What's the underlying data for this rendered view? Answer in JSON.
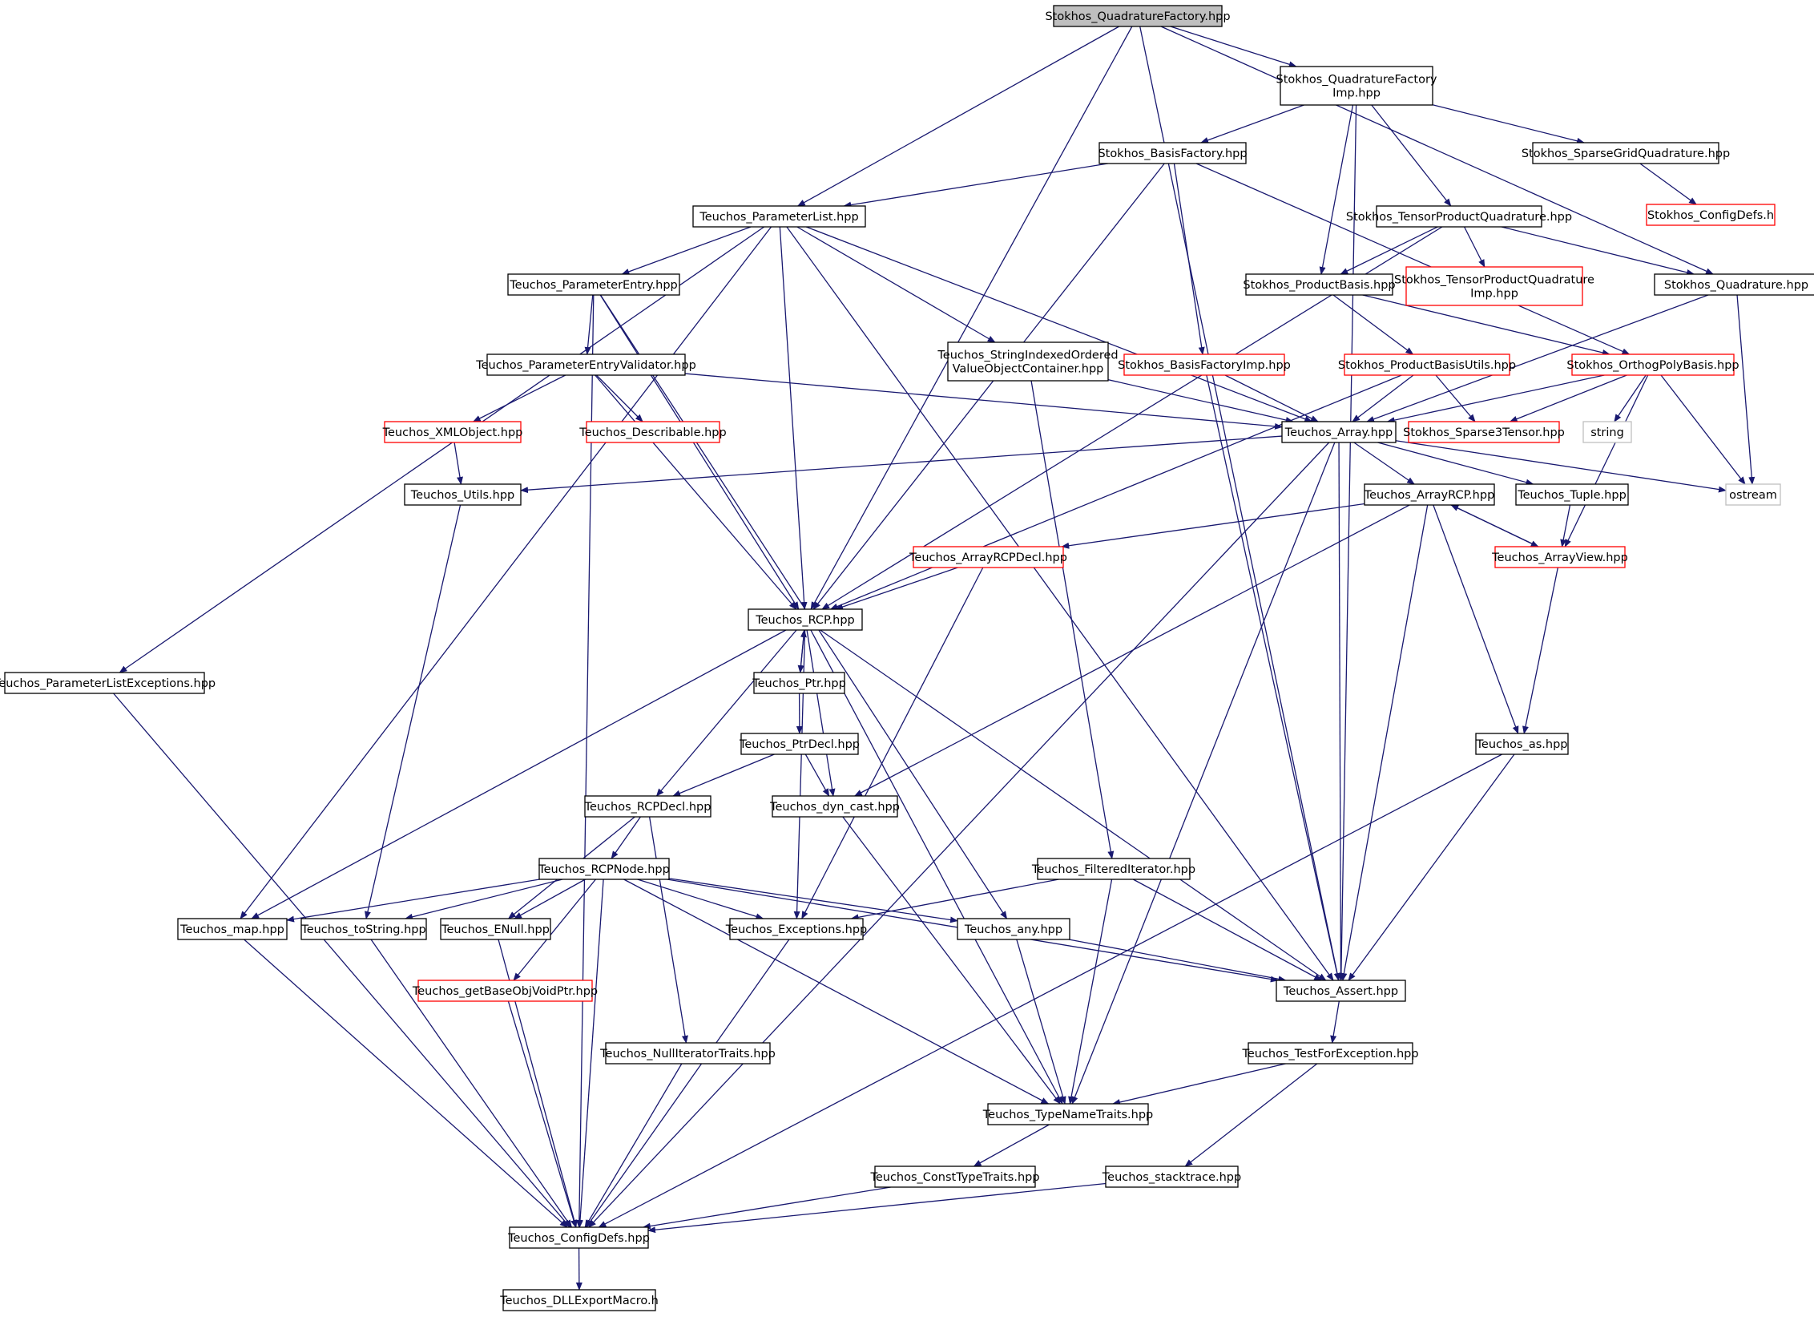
{
  "graph": {
    "node_colors": {
      "root_fill": "#bfbfbf",
      "normal_border": "#000000",
      "truncated_border": "#ff0000",
      "external_border": "#bfbfbf",
      "fill": "#ffffff",
      "edge": "#191970"
    },
    "nodes": [
      {
        "id": "n0",
        "lines": [
          "Stokhos_QuadratureFactory.hpp"
        ],
        "kind": "root"
      },
      {
        "id": "n1",
        "lines": [
          "Stokhos_QuadratureFactory",
          "Imp.hpp"
        ],
        "kind": "normal"
      },
      {
        "id": "n2",
        "lines": [
          "Stokhos_BasisFactory.hpp"
        ],
        "kind": "normal"
      },
      {
        "id": "n3",
        "lines": [
          "Stokhos_SparseGridQuadrature.hpp"
        ],
        "kind": "normal"
      },
      {
        "id": "n4",
        "lines": [
          "Stokhos_ConfigDefs.h"
        ],
        "kind": "truncated"
      },
      {
        "id": "n5",
        "lines": [
          "Teuchos_ParameterList.hpp"
        ],
        "kind": "normal"
      },
      {
        "id": "n6",
        "lines": [
          "Stokhos_TensorProductQuadrature.hpp"
        ],
        "kind": "normal"
      },
      {
        "id": "n7",
        "lines": [
          "Teuchos_ParameterEntry.hpp"
        ],
        "kind": "normal"
      },
      {
        "id": "n8",
        "lines": [
          "Stokhos_ProductBasis.hpp"
        ],
        "kind": "normal"
      },
      {
        "id": "n9",
        "lines": [
          "Stokhos_TensorProductQuadrature",
          "Imp.hpp"
        ],
        "kind": "truncated"
      },
      {
        "id": "n10",
        "lines": [
          "Stokhos_Quadrature.hpp"
        ],
        "kind": "normal"
      },
      {
        "id": "n11",
        "lines": [
          "Teuchos_ParameterEntryValidator.hpp"
        ],
        "kind": "normal"
      },
      {
        "id": "n12",
        "lines": [
          "Teuchos_StringIndexedOrdered",
          "ValueObjectContainer.hpp"
        ],
        "kind": "normal"
      },
      {
        "id": "n13",
        "lines": [
          "Stokhos_BasisFactoryImp.hpp"
        ],
        "kind": "truncated"
      },
      {
        "id": "n14",
        "lines": [
          "Stokhos_ProductBasisUtils.hpp"
        ],
        "kind": "truncated"
      },
      {
        "id": "n15",
        "lines": [
          "Stokhos_OrthogPolyBasis.hpp"
        ],
        "kind": "truncated"
      },
      {
        "id": "n16",
        "lines": [
          "Teuchos_XMLObject.hpp"
        ],
        "kind": "truncated"
      },
      {
        "id": "n17",
        "lines": [
          "Teuchos_Describable.hpp"
        ],
        "kind": "truncated"
      },
      {
        "id": "n18",
        "lines": [
          "Teuchos_Array.hpp"
        ],
        "kind": "normal"
      },
      {
        "id": "n19",
        "lines": [
          "Stokhos_Sparse3Tensor.hpp"
        ],
        "kind": "truncated"
      },
      {
        "id": "n20",
        "lines": [
          "string"
        ],
        "kind": "external"
      },
      {
        "id": "n21",
        "lines": [
          "Teuchos_Utils.hpp"
        ],
        "kind": "normal"
      },
      {
        "id": "n22",
        "lines": [
          "Teuchos_ArrayRCP.hpp"
        ],
        "kind": "normal"
      },
      {
        "id": "n23",
        "lines": [
          "Teuchos_Tuple.hpp"
        ],
        "kind": "normal"
      },
      {
        "id": "n24",
        "lines": [
          "ostream"
        ],
        "kind": "external"
      },
      {
        "id": "n25",
        "lines": [
          "Teuchos_ArrayRCPDecl.hpp"
        ],
        "kind": "truncated"
      },
      {
        "id": "n26",
        "lines": [
          "Teuchos_ArrayView.hpp"
        ],
        "kind": "truncated"
      },
      {
        "id": "n27",
        "lines": [
          "Teuchos_RCP.hpp"
        ],
        "kind": "normal"
      },
      {
        "id": "n28",
        "lines": [
          "Teuchos_ParameterListExceptions.hpp"
        ],
        "kind": "normal"
      },
      {
        "id": "n29",
        "lines": [
          "Teuchos_Ptr.hpp"
        ],
        "kind": "normal"
      },
      {
        "id": "n30",
        "lines": [
          "Teuchos_as.hpp"
        ],
        "kind": "normal"
      },
      {
        "id": "n31",
        "lines": [
          "Teuchos_PtrDecl.hpp"
        ],
        "kind": "normal"
      },
      {
        "id": "n32",
        "lines": [
          "Teuchos_RCPDecl.hpp"
        ],
        "kind": "normal"
      },
      {
        "id": "n33",
        "lines": [
          "Teuchos_dyn_cast.hpp"
        ],
        "kind": "normal"
      },
      {
        "id": "n34",
        "lines": [
          "Teuchos_RCPNode.hpp"
        ],
        "kind": "normal"
      },
      {
        "id": "n35",
        "lines": [
          "Teuchos_FilteredIterator.hpp"
        ],
        "kind": "normal"
      },
      {
        "id": "n36",
        "lines": [
          "Teuchos_map.hpp"
        ],
        "kind": "normal"
      },
      {
        "id": "n37",
        "lines": [
          "Teuchos_toString.hpp"
        ],
        "kind": "normal"
      },
      {
        "id": "n38",
        "lines": [
          "Teuchos_ENull.hpp"
        ],
        "kind": "normal"
      },
      {
        "id": "n39",
        "lines": [
          "Teuchos_Exceptions.hpp"
        ],
        "kind": "normal"
      },
      {
        "id": "n40",
        "lines": [
          "Teuchos_any.hpp"
        ],
        "kind": "normal"
      },
      {
        "id": "n41",
        "lines": [
          "Teuchos_Assert.hpp"
        ],
        "kind": "normal"
      },
      {
        "id": "n42",
        "lines": [
          "Teuchos_getBaseObjVoidPtr.hpp"
        ],
        "kind": "truncated"
      },
      {
        "id": "n43",
        "lines": [
          "Teuchos_NullIteratorTraits.hpp"
        ],
        "kind": "normal"
      },
      {
        "id": "n44",
        "lines": [
          "Teuchos_TestForException.hpp"
        ],
        "kind": "normal"
      },
      {
        "id": "n45",
        "lines": [
          "Teuchos_TypeNameTraits.hpp"
        ],
        "kind": "normal"
      },
      {
        "id": "n46",
        "lines": [
          "Teuchos_ConstTypeTraits.hpp"
        ],
        "kind": "normal"
      },
      {
        "id": "n47",
        "lines": [
          "Teuchos_stacktrace.hpp"
        ],
        "kind": "normal"
      },
      {
        "id": "n48",
        "lines": [
          "Teuchos_ConfigDefs.hpp"
        ],
        "kind": "normal"
      },
      {
        "id": "n49",
        "lines": [
          "Teuchos_DLLExportMacro.h"
        ],
        "kind": "normal"
      }
    ],
    "edges": [
      [
        "n0",
        "n1"
      ],
      [
        "n0",
        "n5"
      ],
      [
        "n0",
        "n27"
      ],
      [
        "n0",
        "n10"
      ],
      [
        "n0",
        "n41"
      ],
      [
        "n1",
        "n2"
      ],
      [
        "n1",
        "n3"
      ],
      [
        "n1",
        "n6"
      ],
      [
        "n1",
        "n8"
      ],
      [
        "n1",
        "n41"
      ],
      [
        "n2",
        "n5"
      ],
      [
        "n2",
        "n27"
      ],
      [
        "n2",
        "n13"
      ],
      [
        "n2",
        "n15"
      ],
      [
        "n3",
        "n4"
      ],
      [
        "n5",
        "n7"
      ],
      [
        "n5",
        "n12"
      ],
      [
        "n5",
        "n27"
      ],
      [
        "n5",
        "n18"
      ],
      [
        "n5",
        "n28"
      ],
      [
        "n5",
        "n36"
      ],
      [
        "n5",
        "n41"
      ],
      [
        "n6",
        "n8"
      ],
      [
        "n6",
        "n9"
      ],
      [
        "n6",
        "n10"
      ],
      [
        "n6",
        "n27"
      ],
      [
        "n7",
        "n11"
      ],
      [
        "n7",
        "n27"
      ],
      [
        "n7",
        "n40"
      ],
      [
        "n7",
        "n48"
      ],
      [
        "n8",
        "n14"
      ],
      [
        "n8",
        "n15"
      ],
      [
        "n10",
        "n18"
      ],
      [
        "n10",
        "n24"
      ],
      [
        "n11",
        "n16"
      ],
      [
        "n11",
        "n17"
      ],
      [
        "n11",
        "n18"
      ],
      [
        "n11",
        "n27"
      ],
      [
        "n12",
        "n18"
      ],
      [
        "n12",
        "n35"
      ],
      [
        "n13",
        "n18"
      ],
      [
        "n13",
        "n41"
      ],
      [
        "n14",
        "n18"
      ],
      [
        "n14",
        "n19"
      ],
      [
        "n14",
        "n27"
      ],
      [
        "n15",
        "n18"
      ],
      [
        "n15",
        "n19"
      ],
      [
        "n15",
        "n20"
      ],
      [
        "n15",
        "n24"
      ],
      [
        "n15",
        "n26"
      ],
      [
        "n16",
        "n21"
      ],
      [
        "n18",
        "n21"
      ],
      [
        "n18",
        "n22"
      ],
      [
        "n18",
        "n23"
      ],
      [
        "n18",
        "n41"
      ],
      [
        "n18",
        "n45"
      ],
      [
        "n18",
        "n48"
      ],
      [
        "n18",
        "n24"
      ],
      [
        "n21",
        "n37"
      ],
      [
        "n22",
        "n25"
      ],
      [
        "n22",
        "n26"
      ],
      [
        "n22",
        "n30"
      ],
      [
        "n22",
        "n33"
      ],
      [
        "n22",
        "n41"
      ],
      [
        "n23",
        "n26"
      ],
      [
        "n25",
        "n27"
      ],
      [
        "n25",
        "n39"
      ],
      [
        "n26",
        "n22"
      ],
      [
        "n26",
        "n30"
      ],
      [
        "n27",
        "n29"
      ],
      [
        "n27",
        "n32"
      ],
      [
        "n27",
        "n33"
      ],
      [
        "n27",
        "n36"
      ],
      [
        "n27",
        "n39"
      ],
      [
        "n27",
        "n41"
      ],
      [
        "n27",
        "n45"
      ],
      [
        "n28",
        "n48"
      ],
      [
        "n29",
        "n27"
      ],
      [
        "n29",
        "n31"
      ],
      [
        "n30",
        "n41"
      ],
      [
        "n30",
        "n48"
      ],
      [
        "n31",
        "n32"
      ],
      [
        "n31",
        "n33"
      ],
      [
        "n32",
        "n34"
      ],
      [
        "n32",
        "n38"
      ],
      [
        "n32",
        "n43"
      ],
      [
        "n33",
        "n45"
      ],
      [
        "n34",
        "n36"
      ],
      [
        "n34",
        "n37"
      ],
      [
        "n34",
        "n38"
      ],
      [
        "n34",
        "n39"
      ],
      [
        "n34",
        "n40"
      ],
      [
        "n34",
        "n41"
      ],
      [
        "n34",
        "n42"
      ],
      [
        "n34",
        "n45"
      ],
      [
        "n34",
        "n48"
      ],
      [
        "n35",
        "n39"
      ],
      [
        "n35",
        "n41"
      ],
      [
        "n35",
        "n45"
      ],
      [
        "n36",
        "n48"
      ],
      [
        "n37",
        "n48"
      ],
      [
        "n38",
        "n48"
      ],
      [
        "n39",
        "n48"
      ],
      [
        "n40",
        "n41"
      ],
      [
        "n40",
        "n45"
      ],
      [
        "n41",
        "n44"
      ],
      [
        "n42",
        "n48"
      ],
      [
        "n43",
        "n48"
      ],
      [
        "n44",
        "n45"
      ],
      [
        "n44",
        "n47"
      ],
      [
        "n45",
        "n46"
      ],
      [
        "n46",
        "n48"
      ],
      [
        "n47",
        "n48"
      ],
      [
        "n48",
        "n49"
      ]
    ]
  }
}
